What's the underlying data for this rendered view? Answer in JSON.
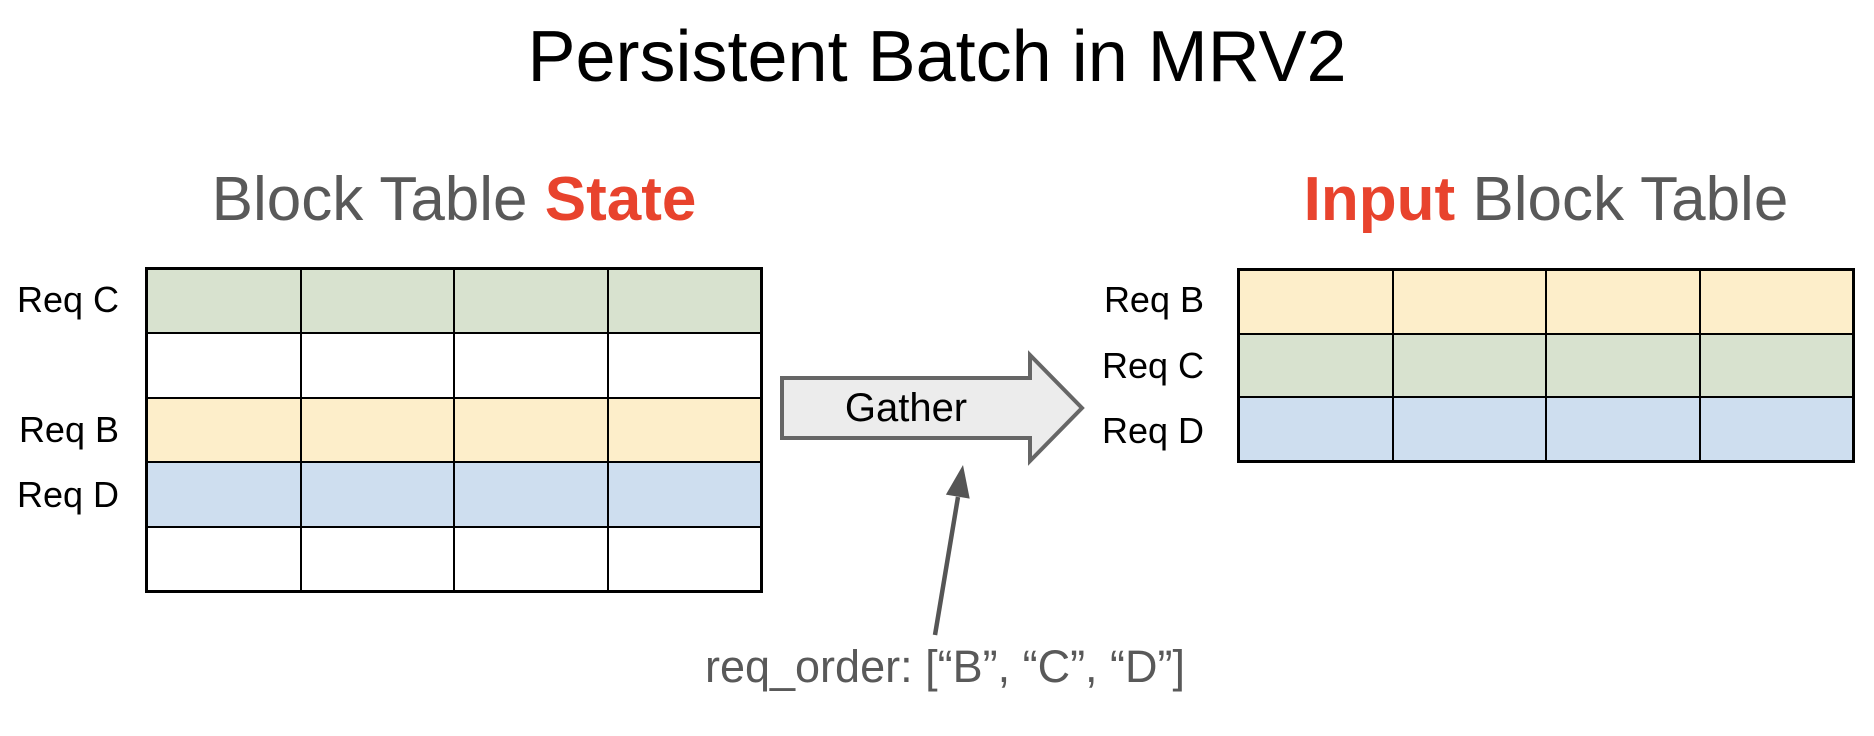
{
  "title": "Persistent Batch in MRV2",
  "left_table": {
    "header_plain": "Block Table ",
    "header_accent": "State",
    "columns": 4,
    "rows": [
      {
        "label": "Req C",
        "color": "green"
      },
      {
        "label": "",
        "color": "white"
      },
      {
        "label": "Req B",
        "color": "yellow"
      },
      {
        "label": "Req D",
        "color": "blue"
      },
      {
        "label": "",
        "color": "white"
      }
    ]
  },
  "right_table": {
    "header_accent": "Input",
    "header_plain": " Block Table",
    "columns": 4,
    "rows": [
      {
        "label": "Req B",
        "color": "yellow"
      },
      {
        "label": "Req C",
        "color": "green"
      },
      {
        "label": "Req D",
        "color": "blue"
      }
    ]
  },
  "gather_label": "Gather",
  "annotation_text": "req_order: [“B”, “C”, “D”]",
  "palette": {
    "green": "#d8e2cf",
    "yellow": "#fdeeca",
    "blue": "#cedeef",
    "white": "#ffffff",
    "accent_red": "#e8432d",
    "gray_text": "#595959",
    "arrow_fill": "#ececec",
    "arrow_stroke": "#666666",
    "annotation_gray": "#555555"
  }
}
